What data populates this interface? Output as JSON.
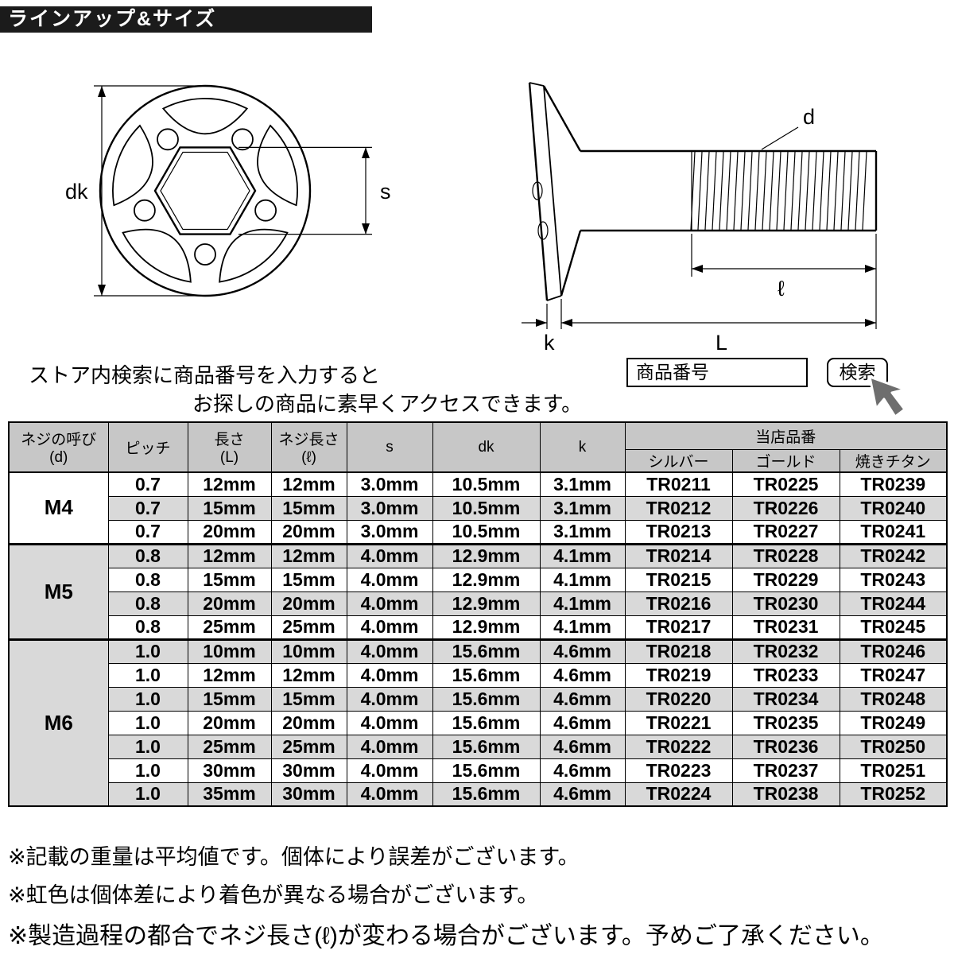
{
  "banner": {
    "title": "ラインアップ&サイズ"
  },
  "diagram": {
    "labels": {
      "dk": "dk",
      "s": "s",
      "d": "d",
      "l": "ℓ",
      "k": "k",
      "L": "L"
    }
  },
  "search": {
    "instruction_line1": "ストア内検索に商品番号を入力すると",
    "instruction_line2": "お探しの商品に素早くアクセスできます。",
    "input_label": "商品番号",
    "button_label": "検索"
  },
  "table": {
    "headers": {
      "call_l1": "ネジの呼び",
      "call_l2": "(d)",
      "pitch": "ピッチ",
      "length_l1": "長さ",
      "length_l2": "(L)",
      "thread_length_l1": "ネジ長さ",
      "thread_length_l2": "(ℓ)",
      "s": "s",
      "dk": "dk",
      "k": "k",
      "brand": "当店品番",
      "finishes": [
        "シルバー",
        "ゴールド",
        "焼きチタン"
      ]
    },
    "groups": [
      {
        "size": "M4",
        "rows": [
          [
            "0.7",
            "12mm",
            "12mm",
            "3.0mm",
            "10.5mm",
            "3.1mm",
            "TR0211",
            "TR0225",
            "TR0239"
          ],
          [
            "0.7",
            "15mm",
            "15mm",
            "3.0mm",
            "10.5mm",
            "3.1mm",
            "TR0212",
            "TR0226",
            "TR0240"
          ],
          [
            "0.7",
            "20mm",
            "20mm",
            "3.0mm",
            "10.5mm",
            "3.1mm",
            "TR0213",
            "TR0227",
            "TR0241"
          ]
        ]
      },
      {
        "size": "M5",
        "rows": [
          [
            "0.8",
            "12mm",
            "12mm",
            "4.0mm",
            "12.9mm",
            "4.1mm",
            "TR0214",
            "TR0228",
            "TR0242"
          ],
          [
            "0.8",
            "15mm",
            "15mm",
            "4.0mm",
            "12.9mm",
            "4.1mm",
            "TR0215",
            "TR0229",
            "TR0243"
          ],
          [
            "0.8",
            "20mm",
            "20mm",
            "4.0mm",
            "12.9mm",
            "4.1mm",
            "TR0216",
            "TR0230",
            "TR0244"
          ],
          [
            "0.8",
            "25mm",
            "25mm",
            "4.0mm",
            "12.9mm",
            "4.1mm",
            "TR0217",
            "TR0231",
            "TR0245"
          ]
        ]
      },
      {
        "size": "M6",
        "rows": [
          [
            "1.0",
            "10mm",
            "10mm",
            "4.0mm",
            "15.6mm",
            "4.6mm",
            "TR0218",
            "TR0232",
            "TR0246"
          ],
          [
            "1.0",
            "12mm",
            "12mm",
            "4.0mm",
            "15.6mm",
            "4.6mm",
            "TR0219",
            "TR0233",
            "TR0247"
          ],
          [
            "1.0",
            "15mm",
            "15mm",
            "4.0mm",
            "15.6mm",
            "4.6mm",
            "TR0220",
            "TR0234",
            "TR0248"
          ],
          [
            "1.0",
            "20mm",
            "20mm",
            "4.0mm",
            "15.6mm",
            "4.6mm",
            "TR0221",
            "TR0235",
            "TR0249"
          ],
          [
            "1.0",
            "25mm",
            "25mm",
            "4.0mm",
            "15.6mm",
            "4.6mm",
            "TR0222",
            "TR0236",
            "TR0250"
          ],
          [
            "1.0",
            "30mm",
            "30mm",
            "4.0mm",
            "15.6mm",
            "4.6mm",
            "TR0223",
            "TR0237",
            "TR0251"
          ],
          [
            "1.0",
            "35mm",
            "30mm",
            "4.0mm",
            "15.6mm",
            "4.6mm",
            "TR0224",
            "TR0238",
            "TR0252"
          ]
        ]
      }
    ]
  },
  "notes": [
    "※記載の重量は平均値です。個体により誤差がございます。",
    "※虹色は個体差により着色が異なる場合がございます。",
    "※製造過程の都合でネジ長さ(ℓ)が変わる場合がございます。予めご了承ください。"
  ]
}
